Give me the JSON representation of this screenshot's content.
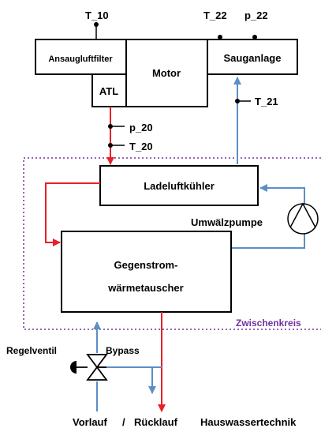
{
  "labels": {
    "t10": "T_10",
    "t22": "T_22",
    "p22": "p_22",
    "t21": "T_21",
    "p20": "p_20",
    "t20": "T_20",
    "ansaug": "Ansaugluftfilter",
    "motor": "Motor",
    "sauganlage": "Sauganlage",
    "atl": "ATL",
    "ladeluft": "Ladeluftkühler",
    "umwaelz": "Umwälzpumpe",
    "gegen1": "Gegenstrom-",
    "gegen2": "wärmetauscher",
    "zwischenkreis": "Zwischenkreis",
    "regelventil": "Regelventil",
    "bypass": "Bypass",
    "vorlauf": "Vorlauf",
    "slash": "/",
    "ruecklauf": "Rücklauf",
    "hauswasser": "Hauswassertechnik"
  },
  "colors": {
    "red": "#e8202a",
    "blue": "#5b8fc6",
    "boundary": "#7030a0",
    "black": "#000000"
  }
}
